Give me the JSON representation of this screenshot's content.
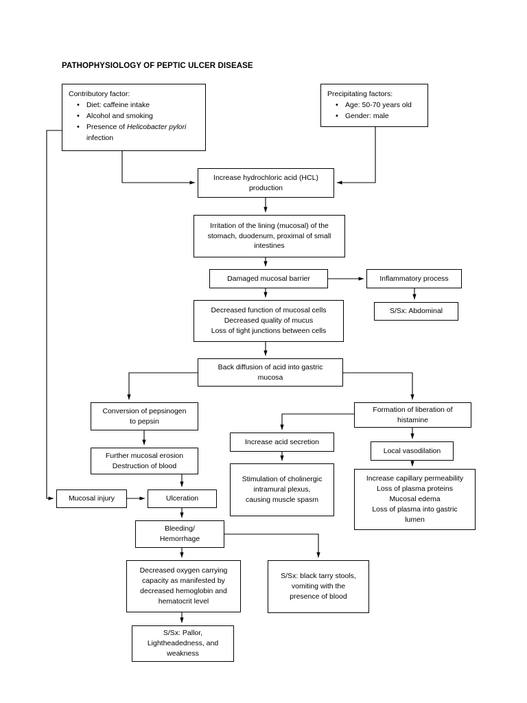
{
  "page": {
    "title": "PATHOPHYSIOLOGY OF PEPTIC ULCER DISEASE",
    "background": "#ffffff",
    "line_color": "#000000"
  },
  "nodes": {
    "contributory": {
      "head": "Contributory factor:",
      "items": [
        "Diet: caffeine intake",
        "Alcohol and smoking",
        "Presence of Helicobacter pylori infection"
      ],
      "item3_plain_a": "Presence of ",
      "item3_italic": "Helicobacter pylori",
      "item3_plain_b": " infection"
    },
    "precipitating": {
      "head": "Precipitating factors:",
      "items": [
        "Age: 50-70 years old",
        "Gender: male"
      ]
    },
    "hcl": {
      "l1": "Increase hydrochloric acid (HCL)",
      "l2": "production"
    },
    "irritation": {
      "l1": "Irritation of the lining (mucosal) of the",
      "l2": "stomach, duodenum, proximal of small",
      "l3": "intestines"
    },
    "damaged_barrier": {
      "l1": "Damaged mucosal barrier"
    },
    "inflammatory": {
      "l1": "Inflammatory process"
    },
    "ssx_abdominal": {
      "l1": "S/Sx: Abdominal"
    },
    "decreased_function": {
      "l1": "Decreased function of mucosal cells",
      "l2": "Decreased quality of mucus",
      "l3": "Loss of tight junctions between cells"
    },
    "back_diffusion": {
      "l1": "Back diffusion of acid into gastric",
      "l2": "mucosa"
    },
    "conversion": {
      "l1": "Conversion of pepsinogen",
      "l2": "to pepsin"
    },
    "further_erosion": {
      "l1": "Further mucosal erosion",
      "l2": "Destruction of blood"
    },
    "mucosal_injury": {
      "l1": "Mucosal injury"
    },
    "ulceration": {
      "l1": "Ulceration"
    },
    "bleeding": {
      "l1": "Bleeding/",
      "l2": "Hemorrhage"
    },
    "histamine": {
      "l1": "Formation of liberation of",
      "l2": "histamine"
    },
    "acid_secretion": {
      "l1": "Increase acid secretion"
    },
    "cholinergic": {
      "l1": "Stimulation of cholinergic",
      "l2": "intramural plexus,",
      "l3": "causing muscle spasm"
    },
    "vasodilation": {
      "l1": "Local vasodilation"
    },
    "capillary": {
      "l1": "Increase capillary permeability",
      "l2": "Loss of plasma proteins",
      "l3": "Mucosal edema",
      "l4": "Loss of plasma into gastric",
      "l5": "lumen"
    },
    "decreased_oxygen": {
      "l1": "Decreased oxygen carrying",
      "l2": "capacity as manifested by",
      "l3": "decreased hemoglobin and",
      "l4": "hematocrit level"
    },
    "ssx_pallor": {
      "l1": "S/Sx: Pallor,",
      "l2": "Lightheadedness, and",
      "l3": "weakness"
    },
    "ssx_tarry": {
      "l1": "S/Sx: black tarry stools,",
      "l2": "vomiting with the",
      "l3": "presence of blood"
    }
  },
  "edges": [
    {
      "from": "contributory",
      "to": "hcl"
    },
    {
      "from": "precipitating",
      "to": "hcl"
    },
    {
      "from": "hcl",
      "to": "irritation"
    },
    {
      "from": "irritation",
      "to": "damaged_barrier"
    },
    {
      "from": "damaged_barrier",
      "to": "inflammatory"
    },
    {
      "from": "inflammatory",
      "to": "ssx_abdominal"
    },
    {
      "from": "damaged_barrier",
      "to": "decreased_function"
    },
    {
      "from": "decreased_function",
      "to": "back_diffusion"
    },
    {
      "from": "back_diffusion",
      "to": "conversion"
    },
    {
      "from": "back_diffusion",
      "to": "histamine"
    },
    {
      "from": "conversion",
      "to": "further_erosion"
    },
    {
      "from": "further_erosion",
      "to": "ulceration"
    },
    {
      "from": "contributory",
      "to": "mucosal_injury"
    },
    {
      "from": "mucosal_injury",
      "to": "ulceration"
    },
    {
      "from": "ulceration",
      "to": "bleeding"
    },
    {
      "from": "bleeding",
      "to": "decreased_oxygen"
    },
    {
      "from": "bleeding",
      "to": "ssx_tarry"
    },
    {
      "from": "decreased_oxygen",
      "to": "ssx_pallor"
    },
    {
      "from": "histamine",
      "to": "acid_secretion"
    },
    {
      "from": "acid_secretion",
      "to": "cholinergic"
    },
    {
      "from": "histamine",
      "to": "vasodilation"
    },
    {
      "from": "vasodilation",
      "to": "capillary"
    }
  ]
}
